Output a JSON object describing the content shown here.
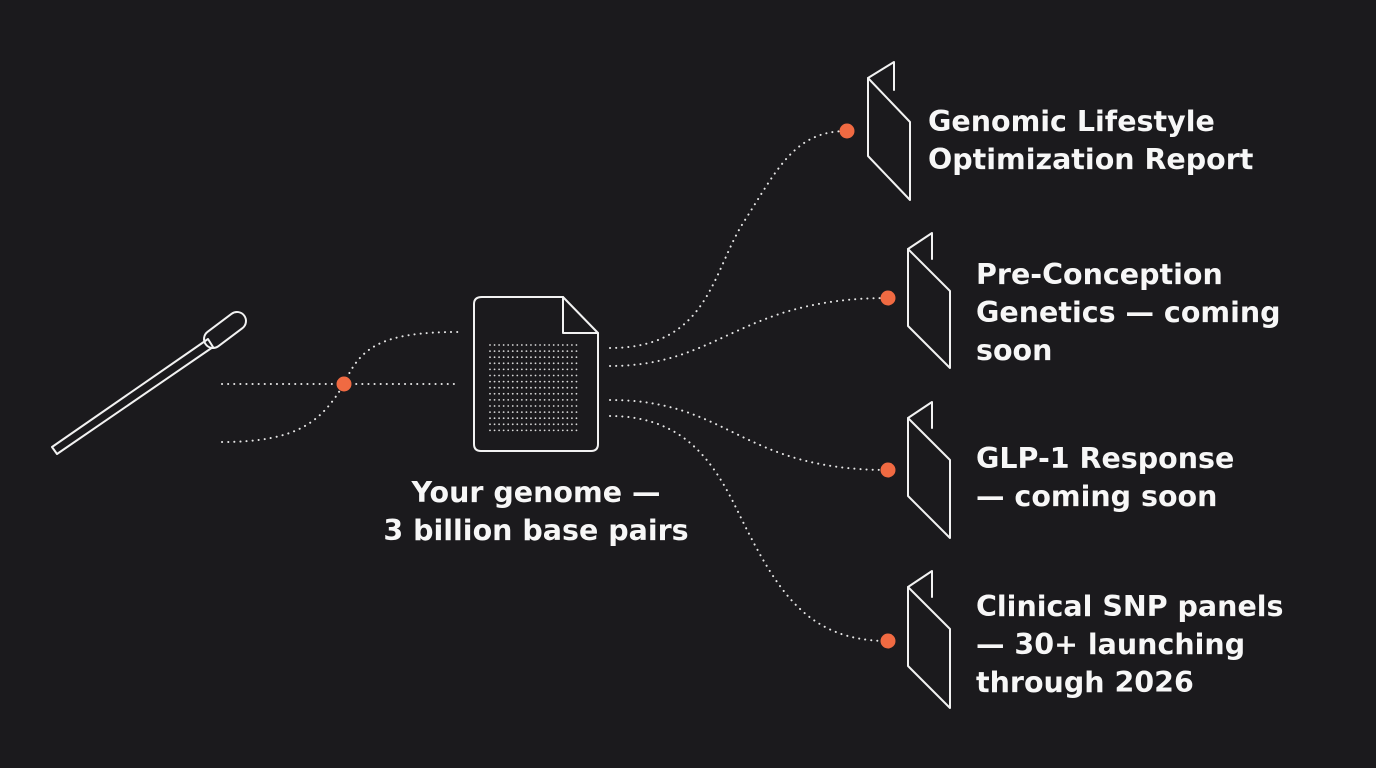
{
  "colors": {
    "background": "#1b1a1d",
    "accent": "#f06a42",
    "line": "#f2f2f2"
  },
  "icons": [
    "swab-icon",
    "genome-document-icon",
    "report-booklet-icon"
  ],
  "genome_label": [
    "Your genome —",
    "3 billion base pairs"
  ],
  "outputs": [
    {
      "lines": [
        "Genomic Lifestyle",
        "Optimization Report"
      ]
    },
    {
      "lines": [
        "Pre-Conception",
        "Genetics — coming",
        "soon"
      ]
    },
    {
      "lines": [
        "GLP-1 Response",
        "— coming soon"
      ]
    },
    {
      "lines": [
        "Clinical SNP panels",
        "— 30+ launching",
        "through 2026"
      ]
    }
  ]
}
